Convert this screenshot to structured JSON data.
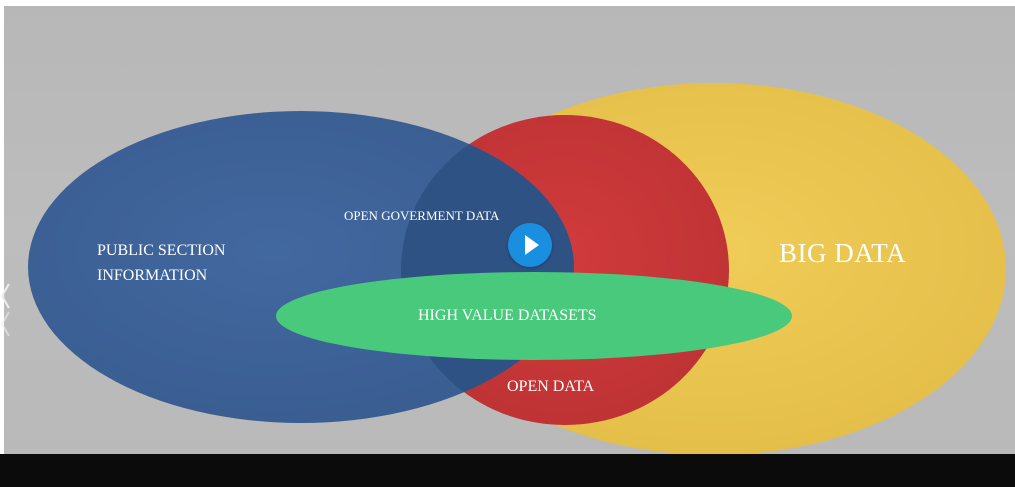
{
  "diagram": {
    "labels": {
      "public_section": "PUBLIC SECTION",
      "information": "INFORMATION",
      "open_government_data": "OPEN GOVERMENT  DATA",
      "big_data": "BIG DATA",
      "high_value_datasets": "HIGH VALUE DATASETS",
      "open_data": "OPEN DATA"
    },
    "colors": {
      "background": "#bababa",
      "big_data": "#e9c54f",
      "open_data": "#c9383a",
      "public_section": "#3e6396",
      "overlap": "#2f5285",
      "high_value": "#47c97b",
      "play_button": "#1a8fdf"
    },
    "icons": {
      "play": "play-icon",
      "previous": "chevron-left-icon"
    }
  }
}
